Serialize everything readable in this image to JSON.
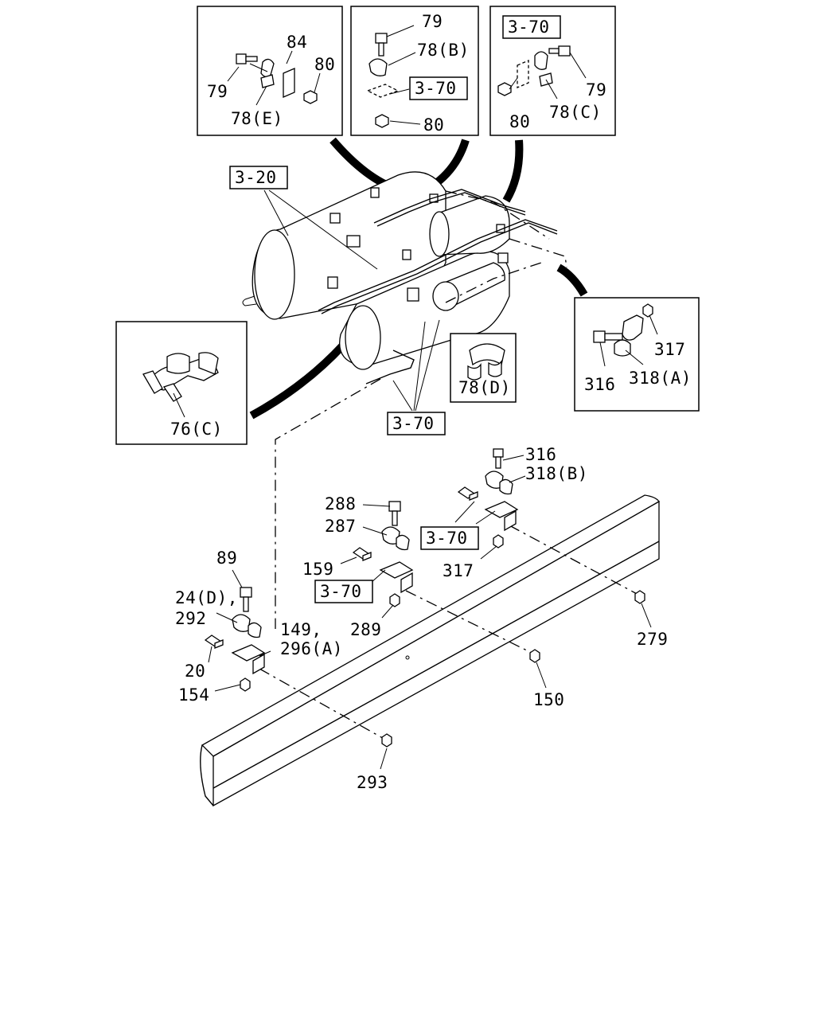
{
  "callouts": {
    "inset_tl": [
      "84",
      "80",
      "79",
      "78(E)"
    ],
    "inset_tc": [
      "79",
      "78(B)",
      "3-70",
      "80"
    ],
    "inset_tr": [
      "3-70",
      "79",
      "80",
      "78(C)"
    ],
    "tank_ref": "3-20",
    "inset_left": "76(C)",
    "inset_78d": "78(D)",
    "inset_right": [
      "317",
      "316",
      "318(A)"
    ],
    "frame_ref": "3-70",
    "bracket_right": [
      "316",
      "318(B)",
      "3-70",
      "317"
    ],
    "bracket_mid": [
      "288",
      "287",
      "159",
      "3-70",
      "289"
    ],
    "bracket_left": [
      "89",
      "24(D),",
      "292",
      "149,",
      "296(A)",
      "20",
      "154"
    ],
    "frame_nuts": [
      "279",
      "150",
      "293"
    ]
  }
}
